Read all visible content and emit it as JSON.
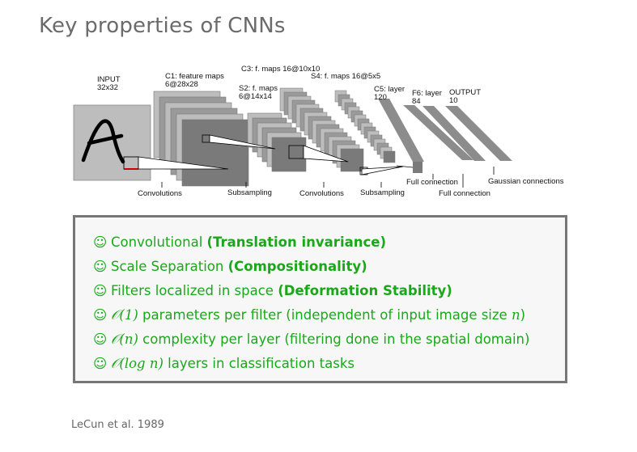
{
  "slide": {
    "title": "Key properties of CNNs",
    "citation": "LeCun et al. 1989"
  },
  "diagram": {
    "labels": {
      "input": "INPUT",
      "input_size": "32x32",
      "c1": "C1: feature maps",
      "c1_size": "6@28x28",
      "s2": "S2: f. maps",
      "s2_size": "6@14x14",
      "c3": "C3: f. maps 16@10x10",
      "s4": "S4: f. maps 16@5x5",
      "c5": "C5: layer",
      "c5_size": "120",
      "f6": "F6: layer",
      "f6_size": "84",
      "output": "OUTPUT",
      "output_size": "10",
      "convolutions_1": "Convolutions",
      "subsampling_1": "Subsampling",
      "convolutions_2": "Convolutions",
      "subsampling_2": "Subsampling",
      "full_connection_1": "Full connection",
      "full_connection_2": "Full connection",
      "gaussian": "Gaussian connections"
    },
    "colors": {
      "map_light": "#bdbdbd",
      "map_mid": "#9a9a9a",
      "map_dark": "#7a7a7a",
      "band": "#8c8c8c"
    }
  },
  "properties": {
    "bullet_icon": "smiley-icon",
    "bullet_glyph": "☺",
    "text_color": "#1aa81a",
    "items": [
      {
        "plain": "Convolutional ",
        "bold": "(Translation invariance)"
      },
      {
        "plain": "Scale Separation ",
        "bold": "(Compositionality)"
      },
      {
        "plain": "Filters localized in space ",
        "bold": "(Deformation Stability)"
      },
      {
        "math": "𝒪(1)",
        "plain": " parameters per filter (independent of input image size ",
        "math2": "n",
        "plain2": ")"
      },
      {
        "math": "𝒪(n)",
        "plain": " complexity per layer (filtering done in the spatial domain)"
      },
      {
        "math": "𝒪(log n)",
        "plain": " layers in classification tasks"
      }
    ]
  }
}
